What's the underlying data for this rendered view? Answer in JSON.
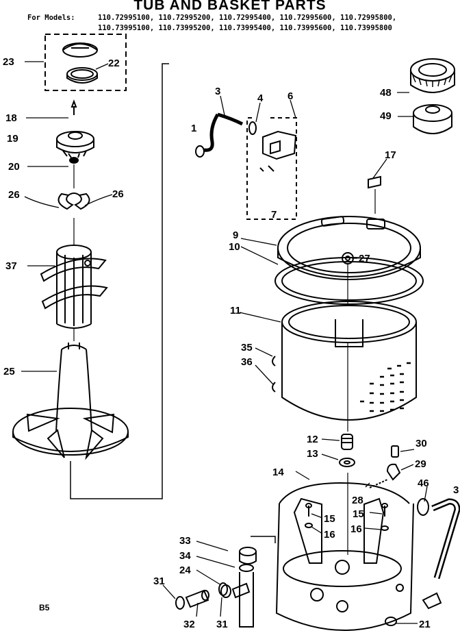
{
  "header": {
    "title": "TUB AND BASKET PARTS",
    "models_label": "For Models:",
    "models_line1": "110.72995100, 110.72995200, 110.72995400, 110.72995600, 110.72995800,",
    "models_line2": "110.73995100, 110.73995200, 110.73995400, 110.73995600, 110.73995800"
  },
  "page_code": "B5",
  "callouts": {
    "c23": "23",
    "c22": "22",
    "c18": "18",
    "c19": "19",
    "c20": "20",
    "c26a": "26",
    "c26b": "26",
    "c37": "37",
    "c25": "25",
    "c3": "3",
    "c4": "4",
    "c6": "6",
    "c1": "1",
    "c7": "7",
    "c17": "17",
    "c48": "48",
    "c49": "49",
    "c9": "9",
    "c10": "10",
    "c27": "27",
    "c11": "11",
    "c35": "35",
    "c36": "36",
    "c12": "12",
    "c13": "13",
    "c30": "30",
    "c29": "29",
    "c14": "14",
    "c28": "28",
    "c46": "46",
    "c15a": "15",
    "c15b": "15",
    "c16a": "16",
    "c16b": "16",
    "c33": "33",
    "c34": "34",
    "c24": "24",
    "c31a": "31",
    "c31b": "31",
    "c32": "32",
    "c21": "21",
    "c3b": "3"
  }
}
